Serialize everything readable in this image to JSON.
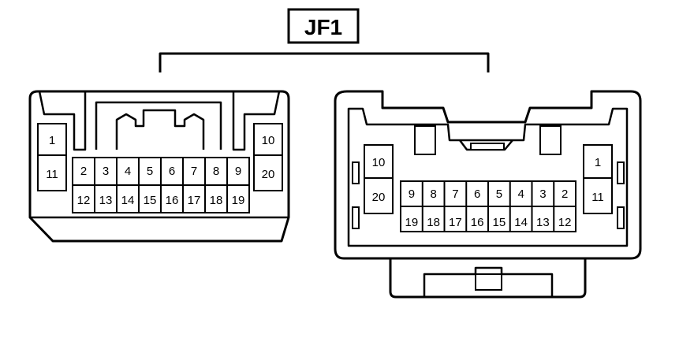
{
  "title": "JF1",
  "left_connector": {
    "pins": [
      "1",
      "2",
      "3",
      "4",
      "5",
      "6",
      "7",
      "8",
      "9",
      "10",
      "11",
      "12",
      "13",
      "14",
      "15",
      "16",
      "17",
      "18",
      "19",
      "20"
    ]
  },
  "right_connector": {
    "pins": [
      "1",
      "2",
      "3",
      "4",
      "5",
      "6",
      "7",
      "8",
      "9",
      "10",
      "11",
      "12",
      "13",
      "14",
      "15",
      "16",
      "17",
      "18",
      "19",
      "20"
    ]
  },
  "colors": {
    "line": "#000000",
    "background": "#ffffff"
  }
}
